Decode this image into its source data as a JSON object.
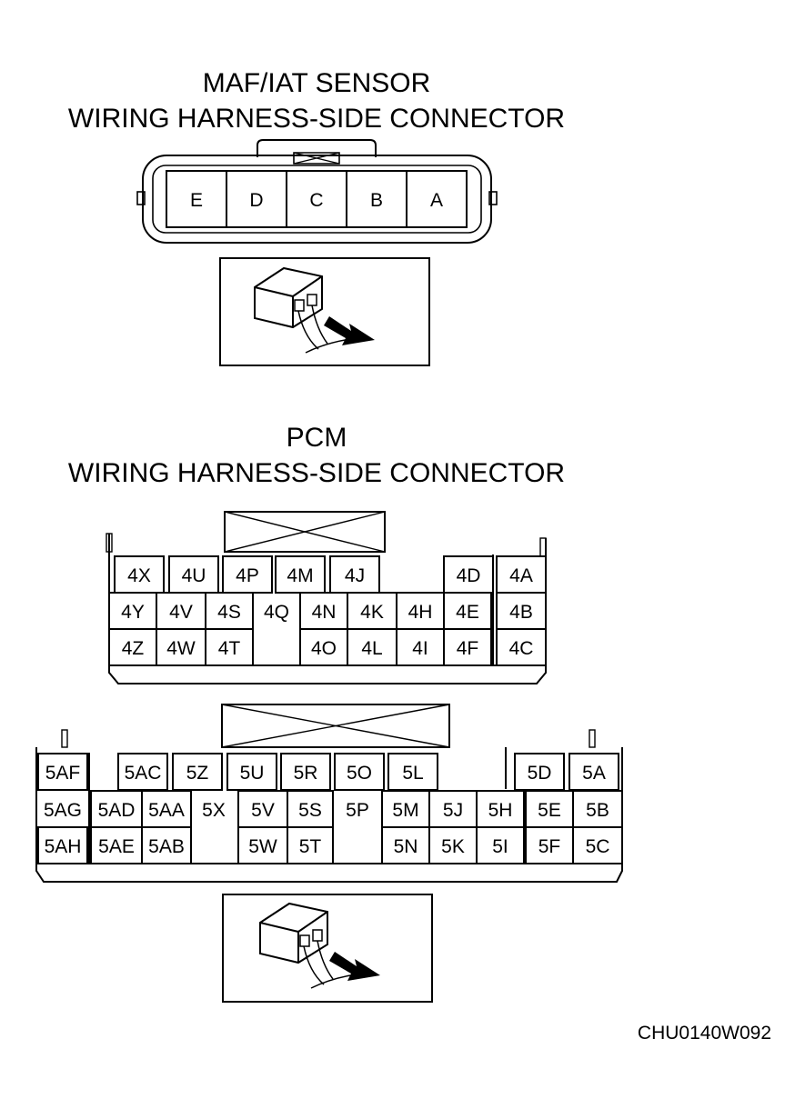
{
  "maf": {
    "title_line1": "MAF/IAT SENSOR",
    "title_line2": "WIRING HARNESS-SIDE CONNECTOR",
    "pins": [
      "E",
      "D",
      "C",
      "B",
      "A"
    ]
  },
  "pcm": {
    "title_line1": "PCM",
    "title_line2": "WIRING HARNESS-SIDE CONNECTOR",
    "connector4": [
      [
        "4X",
        "4U",
        "4P",
        "4M",
        "4J",
        "",
        "4D",
        "4A"
      ],
      [
        "4Y",
        "4V",
        "4S",
        "4Q",
        "4N",
        "4K",
        "4H",
        "4E",
        "4B"
      ],
      [
        "4Z",
        "4W",
        "4T",
        "",
        "4O",
        "4L",
        "4I",
        "4F",
        "4C"
      ]
    ],
    "connector5": [
      [
        "5AF",
        "5AC",
        "5Z",
        "5U",
        "5R",
        "5O",
        "5L",
        "5D",
        "5A"
      ],
      [
        "5AG",
        "5AD",
        "5AA",
        "5X",
        "5V",
        "5S",
        "5P",
        "5M",
        "5J",
        "5H",
        "5E",
        "5B"
      ],
      [
        "5AH",
        "5AE",
        "5AB",
        "5W",
        "5T",
        "5N",
        "5K",
        "5I",
        "5F",
        "5C"
      ]
    ]
  },
  "figure_code": "CHU0140W092"
}
